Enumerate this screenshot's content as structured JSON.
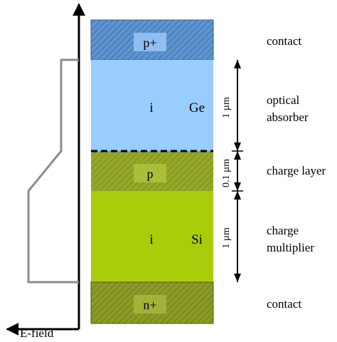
{
  "layers": {
    "contact_top": {
      "label": "p+",
      "description": "contact",
      "fill": "#5e95d0"
    },
    "absorber": {
      "label_left": "i",
      "label_right": "Ge",
      "description_line1": "optical",
      "description_line2": "absorber",
      "fill": "#99ccff"
    },
    "charge": {
      "label": "p",
      "description": "charge layer",
      "fill": "#95a82a"
    },
    "multiplier": {
      "label_left": "i",
      "label_right": "Si",
      "description_line1": "charge",
      "description_line2": "multiplier",
      "fill": "#a9cc0b"
    },
    "contact_bottom": {
      "label": "n+",
      "description": "contact",
      "fill": "#8c9a28"
    }
  },
  "dimensions": {
    "absorber": "1 µm",
    "charge": "0.1 µm",
    "multiplier": "1 µm"
  },
  "axis": {
    "label": "E-field",
    "field_line_color": "#8c8c8c"
  }
}
